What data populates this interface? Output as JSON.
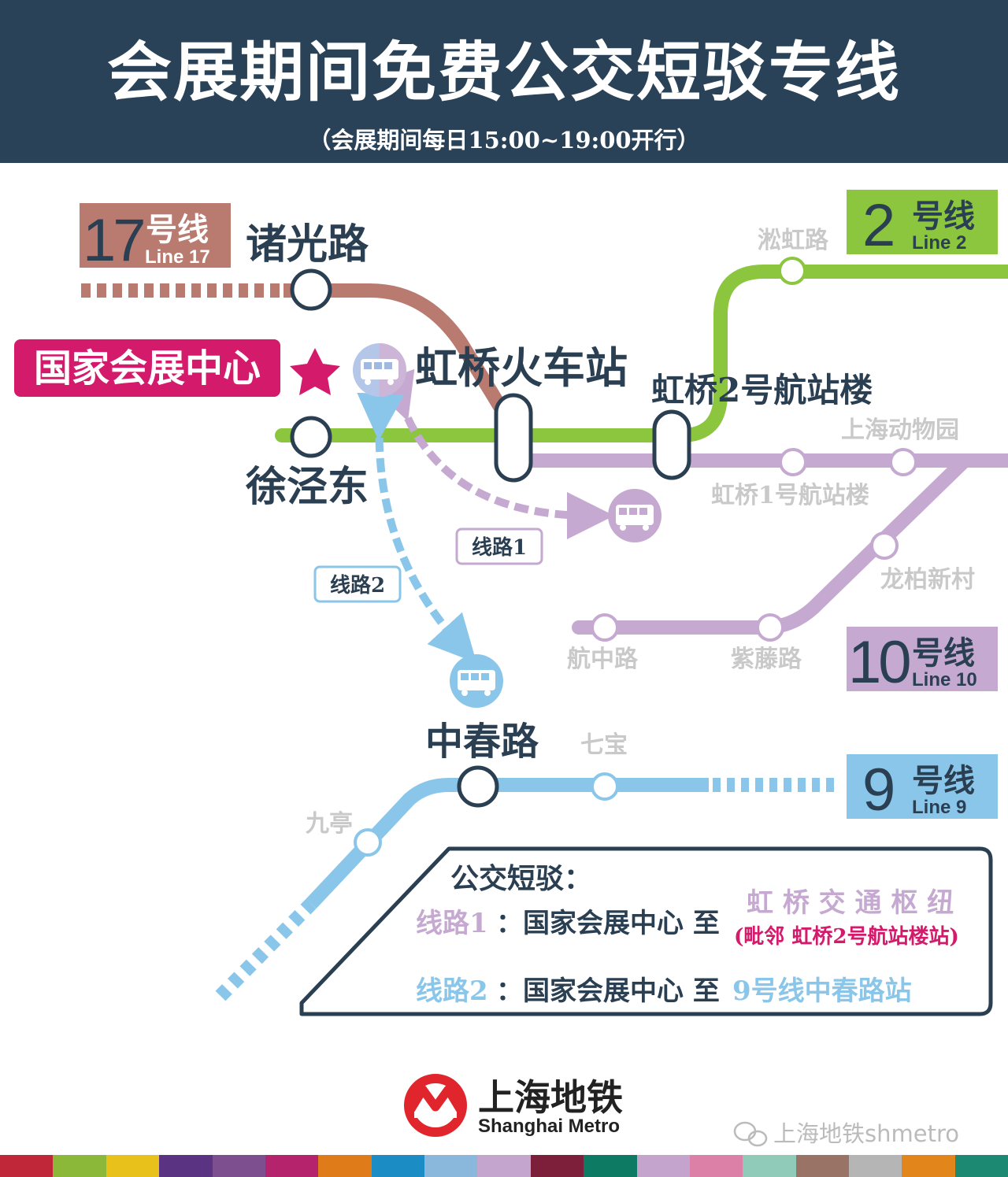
{
  "header": {
    "title": "会展期间免费公交短驳专线",
    "subtitle": "（会展期间每日15:00~19:00开行）"
  },
  "lines": {
    "line17": {
      "cn_num": "17",
      "cn_suffix": "号线",
      "en": "Line 17",
      "color": "#b97b70"
    },
    "line2": {
      "cn_num": "2",
      "cn_suffix": "号线",
      "en": "Line 2",
      "color": "#8cc63f"
    },
    "line10": {
      "cn_num": "10",
      "cn_suffix": "号线",
      "en": "Line 10",
      "color": "#c5a9d1"
    },
    "line9": {
      "cn_num": "9",
      "cn_suffix": "号线",
      "en": "Line 9",
      "color": "#8ac6ea"
    }
  },
  "stations": {
    "zhuguanglu": "诸光路",
    "hongqiao_station": "虹桥火车站",
    "hongqiao_t2": "虹桥2号航站楼",
    "xujingdong": "徐泾东",
    "songhonglu": "淞虹路",
    "shanghai_zoo": "上海动物园",
    "hongqiao_t1": "虹桥1号航站楼",
    "longbai": "龙柏新村",
    "hangzhonglu": "航中路",
    "ziteng": "紫藤路",
    "zhongchunlu": "中春路",
    "qibao": "七宝",
    "jiuting": "九亭"
  },
  "venue": {
    "label": "国家会展中心",
    "color": "#d41a6b"
  },
  "routes": {
    "route1_tag": "线路1",
    "route2_tag": "线路2"
  },
  "legend": {
    "heading": "公交短驳：",
    "r1_name": "线路1",
    "r1_from": "：国家会展中心 至",
    "r1_to": "虹 桥 交 通 枢 纽",
    "r1_note": "(毗邻 虹桥2号航站楼站)",
    "r2_name": "线路2",
    "r2_from": "：国家会展中心 至",
    "r2_to": "9号线中春路站"
  },
  "logo": {
    "cn": "上海地铁",
    "en": "Shanghai Metro"
  },
  "watermark": "上海地铁shmetro",
  "colors": {
    "header_bg": "#2a4258",
    "dark": "#2b3f52",
    "faded_label": "#c9c9c9",
    "metro_red": "#e0262c"
  },
  "color_strip": [
    "#c0283a",
    "#8cb83a",
    "#e8c11a",
    "#5b3383",
    "#7e4f8e",
    "#b5236c",
    "#e07b1a",
    "#1c8dc4",
    "#8ab7dc",
    "#c4a5cd",
    "#7d1e3b",
    "#0d7a63",
    "#c4a3cc",
    "#dd80a7",
    "#8fcbb8",
    "#9a7367",
    "#b5b5b5",
    "#e2861c",
    "#1c8a73"
  ]
}
